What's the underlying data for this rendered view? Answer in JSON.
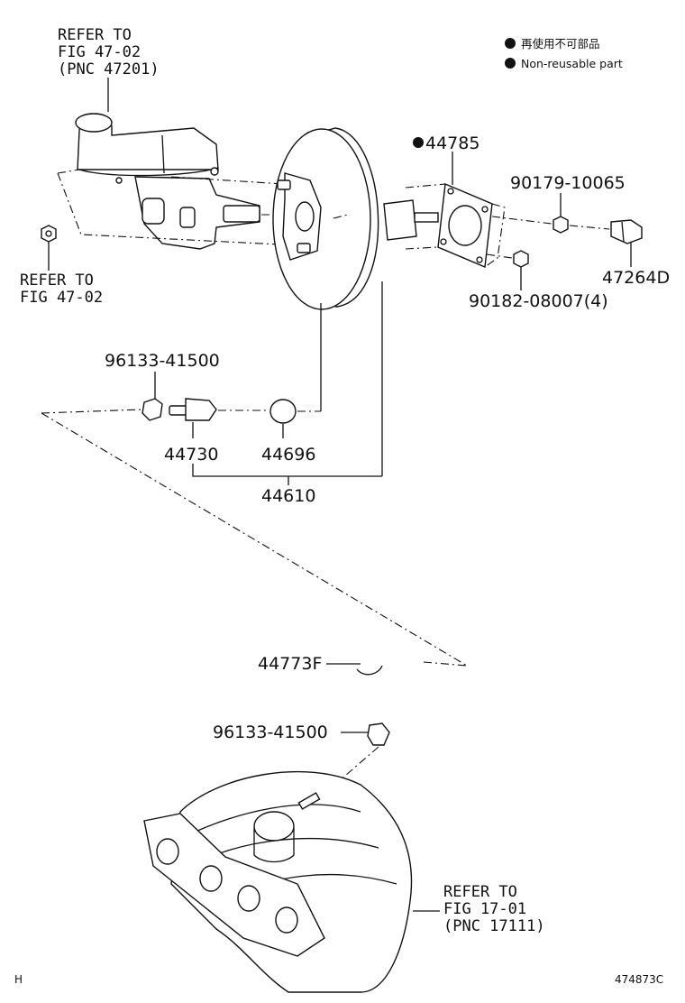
{
  "legend": {
    "jp": "再使用不可部品",
    "en": "Non-reusable part"
  },
  "refs": {
    "top_left": [
      "REFER TO",
      "FIG 47-02",
      "(PNC 47201)"
    ],
    "left": [
      "REFER TO",
      "FIG 47-02"
    ],
    "bottom_right": [
      "REFER TO",
      "FIG 17-01",
      "(PNC 17111)"
    ]
  },
  "parts": {
    "p44785": "44785",
    "p90179": "90179-10065",
    "p47264d": "47264D",
    "p90182": "90182-08007(4)",
    "p96133_top": "96133-41500",
    "p44730": "44730",
    "p44696": "44696",
    "p44610": "44610",
    "p44773f": "44773F",
    "p96133_bottom": "96133-41500"
  },
  "footer": {
    "left": "H",
    "right": "474873C"
  }
}
